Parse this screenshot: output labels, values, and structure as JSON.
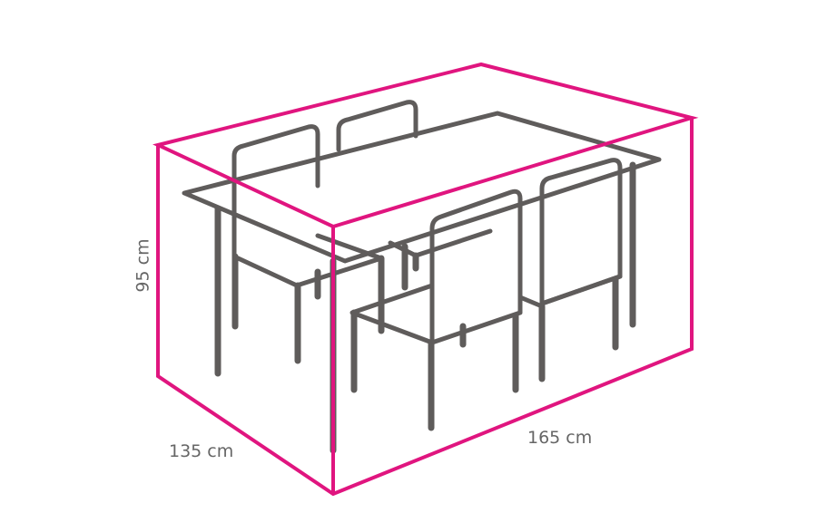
{
  "colors": {
    "cover_outline": "#e0157f",
    "furniture": "#5f5c5b",
    "label": "#666666"
  },
  "dimensions": {
    "height": "95 cm",
    "depth": "135 cm",
    "width": "165 cm"
  }
}
